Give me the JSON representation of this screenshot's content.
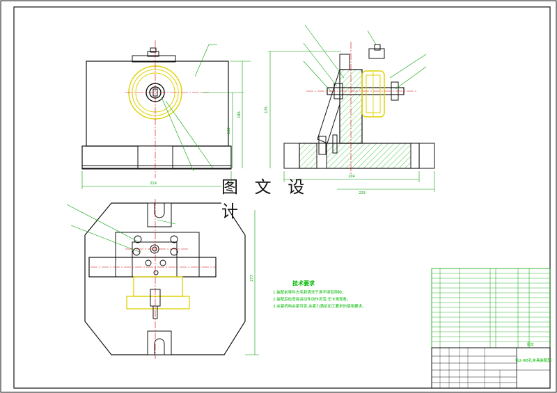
{
  "watermark": "图 文 设 计",
  "colors": {
    "outline": "#111111",
    "dimension": "#00a000",
    "hatch": "#00b800",
    "centerline": "#d00000",
    "highlight": "#e0d000",
    "leader": "#8a2be2"
  },
  "dimensions": {
    "front_width": "219",
    "front_height_a": "132",
    "front_height_b": "186",
    "side_height": "176",
    "side_width_a": "204",
    "side_width_b": "229",
    "top_height": "277"
  },
  "tech_notes": {
    "title": "技术要求",
    "items": [
      "1.装配前零件去毛刺清洗干净不得有异物。",
      "2.装配后检查各运动件动作灵活,无卡滞现象。",
      "3.夹紧机构夹紧可靠,夹紧力满足加工要求的使用要求。"
    ]
  },
  "title_block": {
    "drawing_title": "钻2-Φ8孔夹具装配图",
    "company_mark": "图文"
  }
}
